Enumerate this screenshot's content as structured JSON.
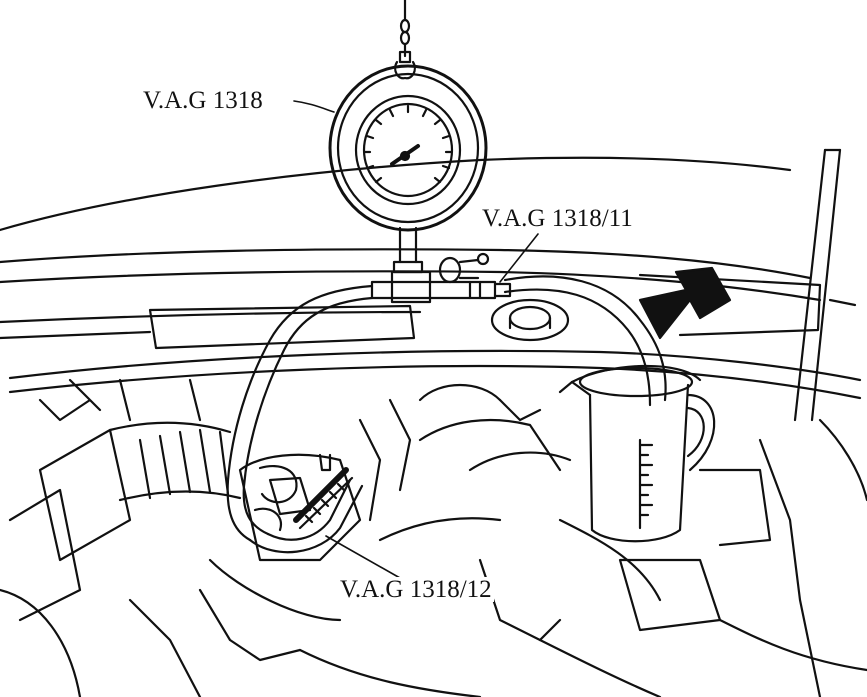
{
  "labels": {
    "gauge": "V.A.G 1318",
    "adapter_11": "V.A.G 1318/11",
    "adapter_12": "V.A.G 1318/12"
  },
  "colors": {
    "line": "#111111",
    "background": "#ffffff",
    "arrow": "#111111"
  }
}
